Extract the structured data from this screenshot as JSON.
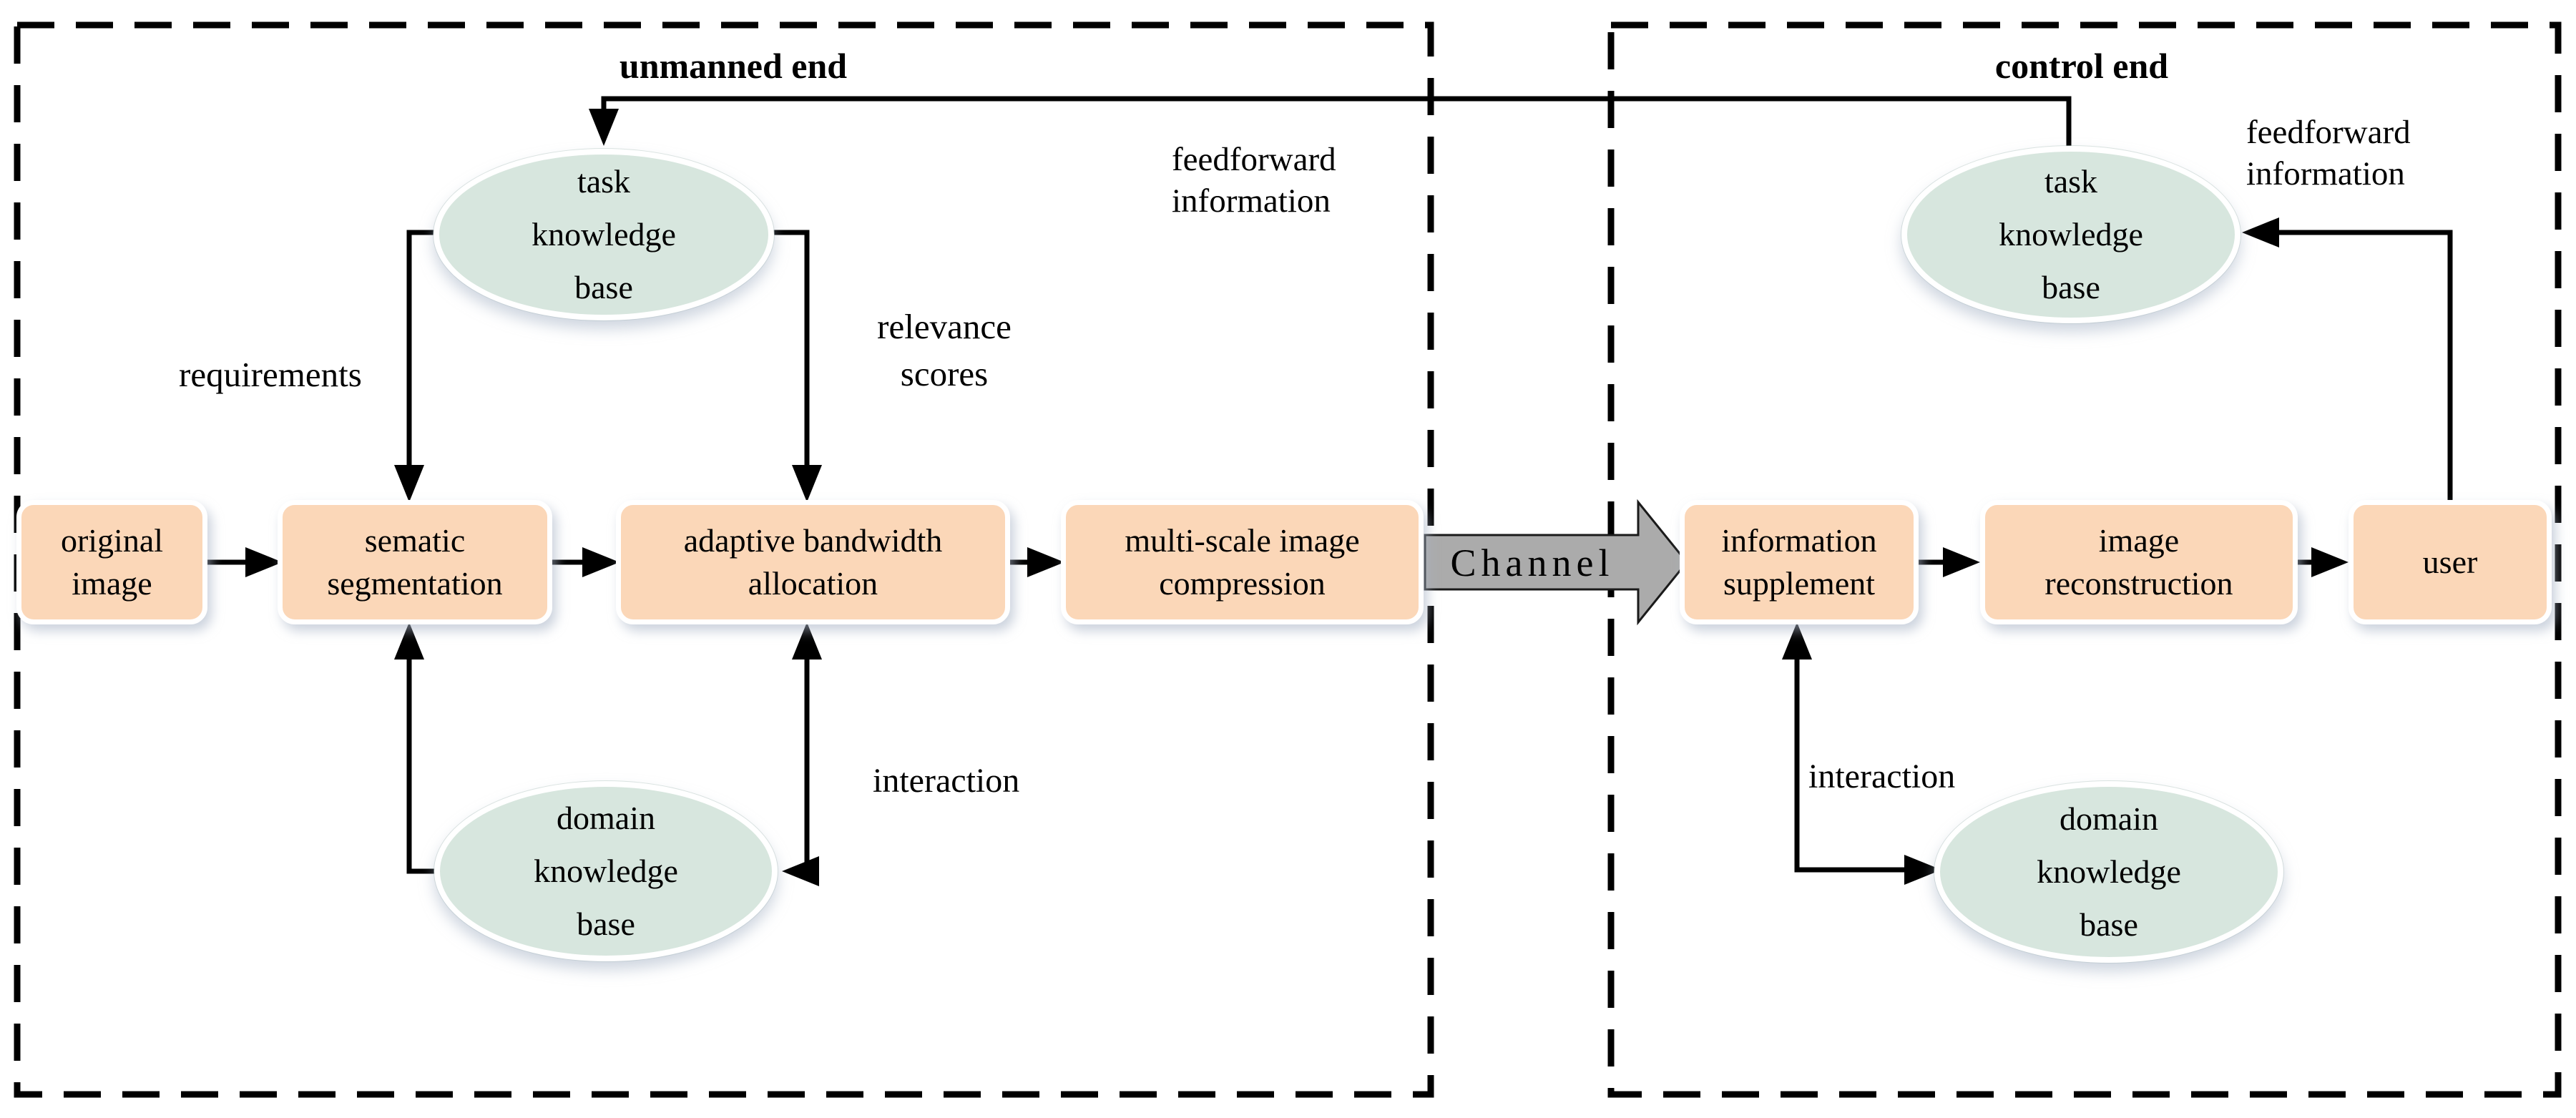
{
  "colors": {
    "box_fill": "#fbd7b8",
    "ellipse_fill": "#d7e6de",
    "channel_fill": "#ababab",
    "line_color": "#000000"
  },
  "titles": {
    "left": "unmanned end",
    "right": "control end"
  },
  "nodes": {
    "original_image": "original\nimage",
    "semantic_segmentation": "sematic\nsegmentation",
    "adaptive_bandwidth": "adaptive bandwidth\nallocation",
    "multiscale_compression": "multi-scale image\ncompression",
    "information_supplement": "information\nsupplement",
    "image_reconstruction": "image\nreconstruction",
    "user": "user"
  },
  "knowledge_bases": {
    "task_left": "task\nknowledge\nbase",
    "domain_left": "domain\nknowledge\nbase",
    "task_right": "task\nknowledge\nbase",
    "domain_right": "domain\nknowledge\nbase"
  },
  "edge_labels": {
    "feedforward_left": "feedforward\ninformation",
    "feedforward_right": "feedforward\ninformation",
    "requirements": "requirements",
    "relevance_scores": "relevance\nscores",
    "interaction_left": "interaction",
    "interaction_right": "interaction",
    "channel": "Channel"
  }
}
